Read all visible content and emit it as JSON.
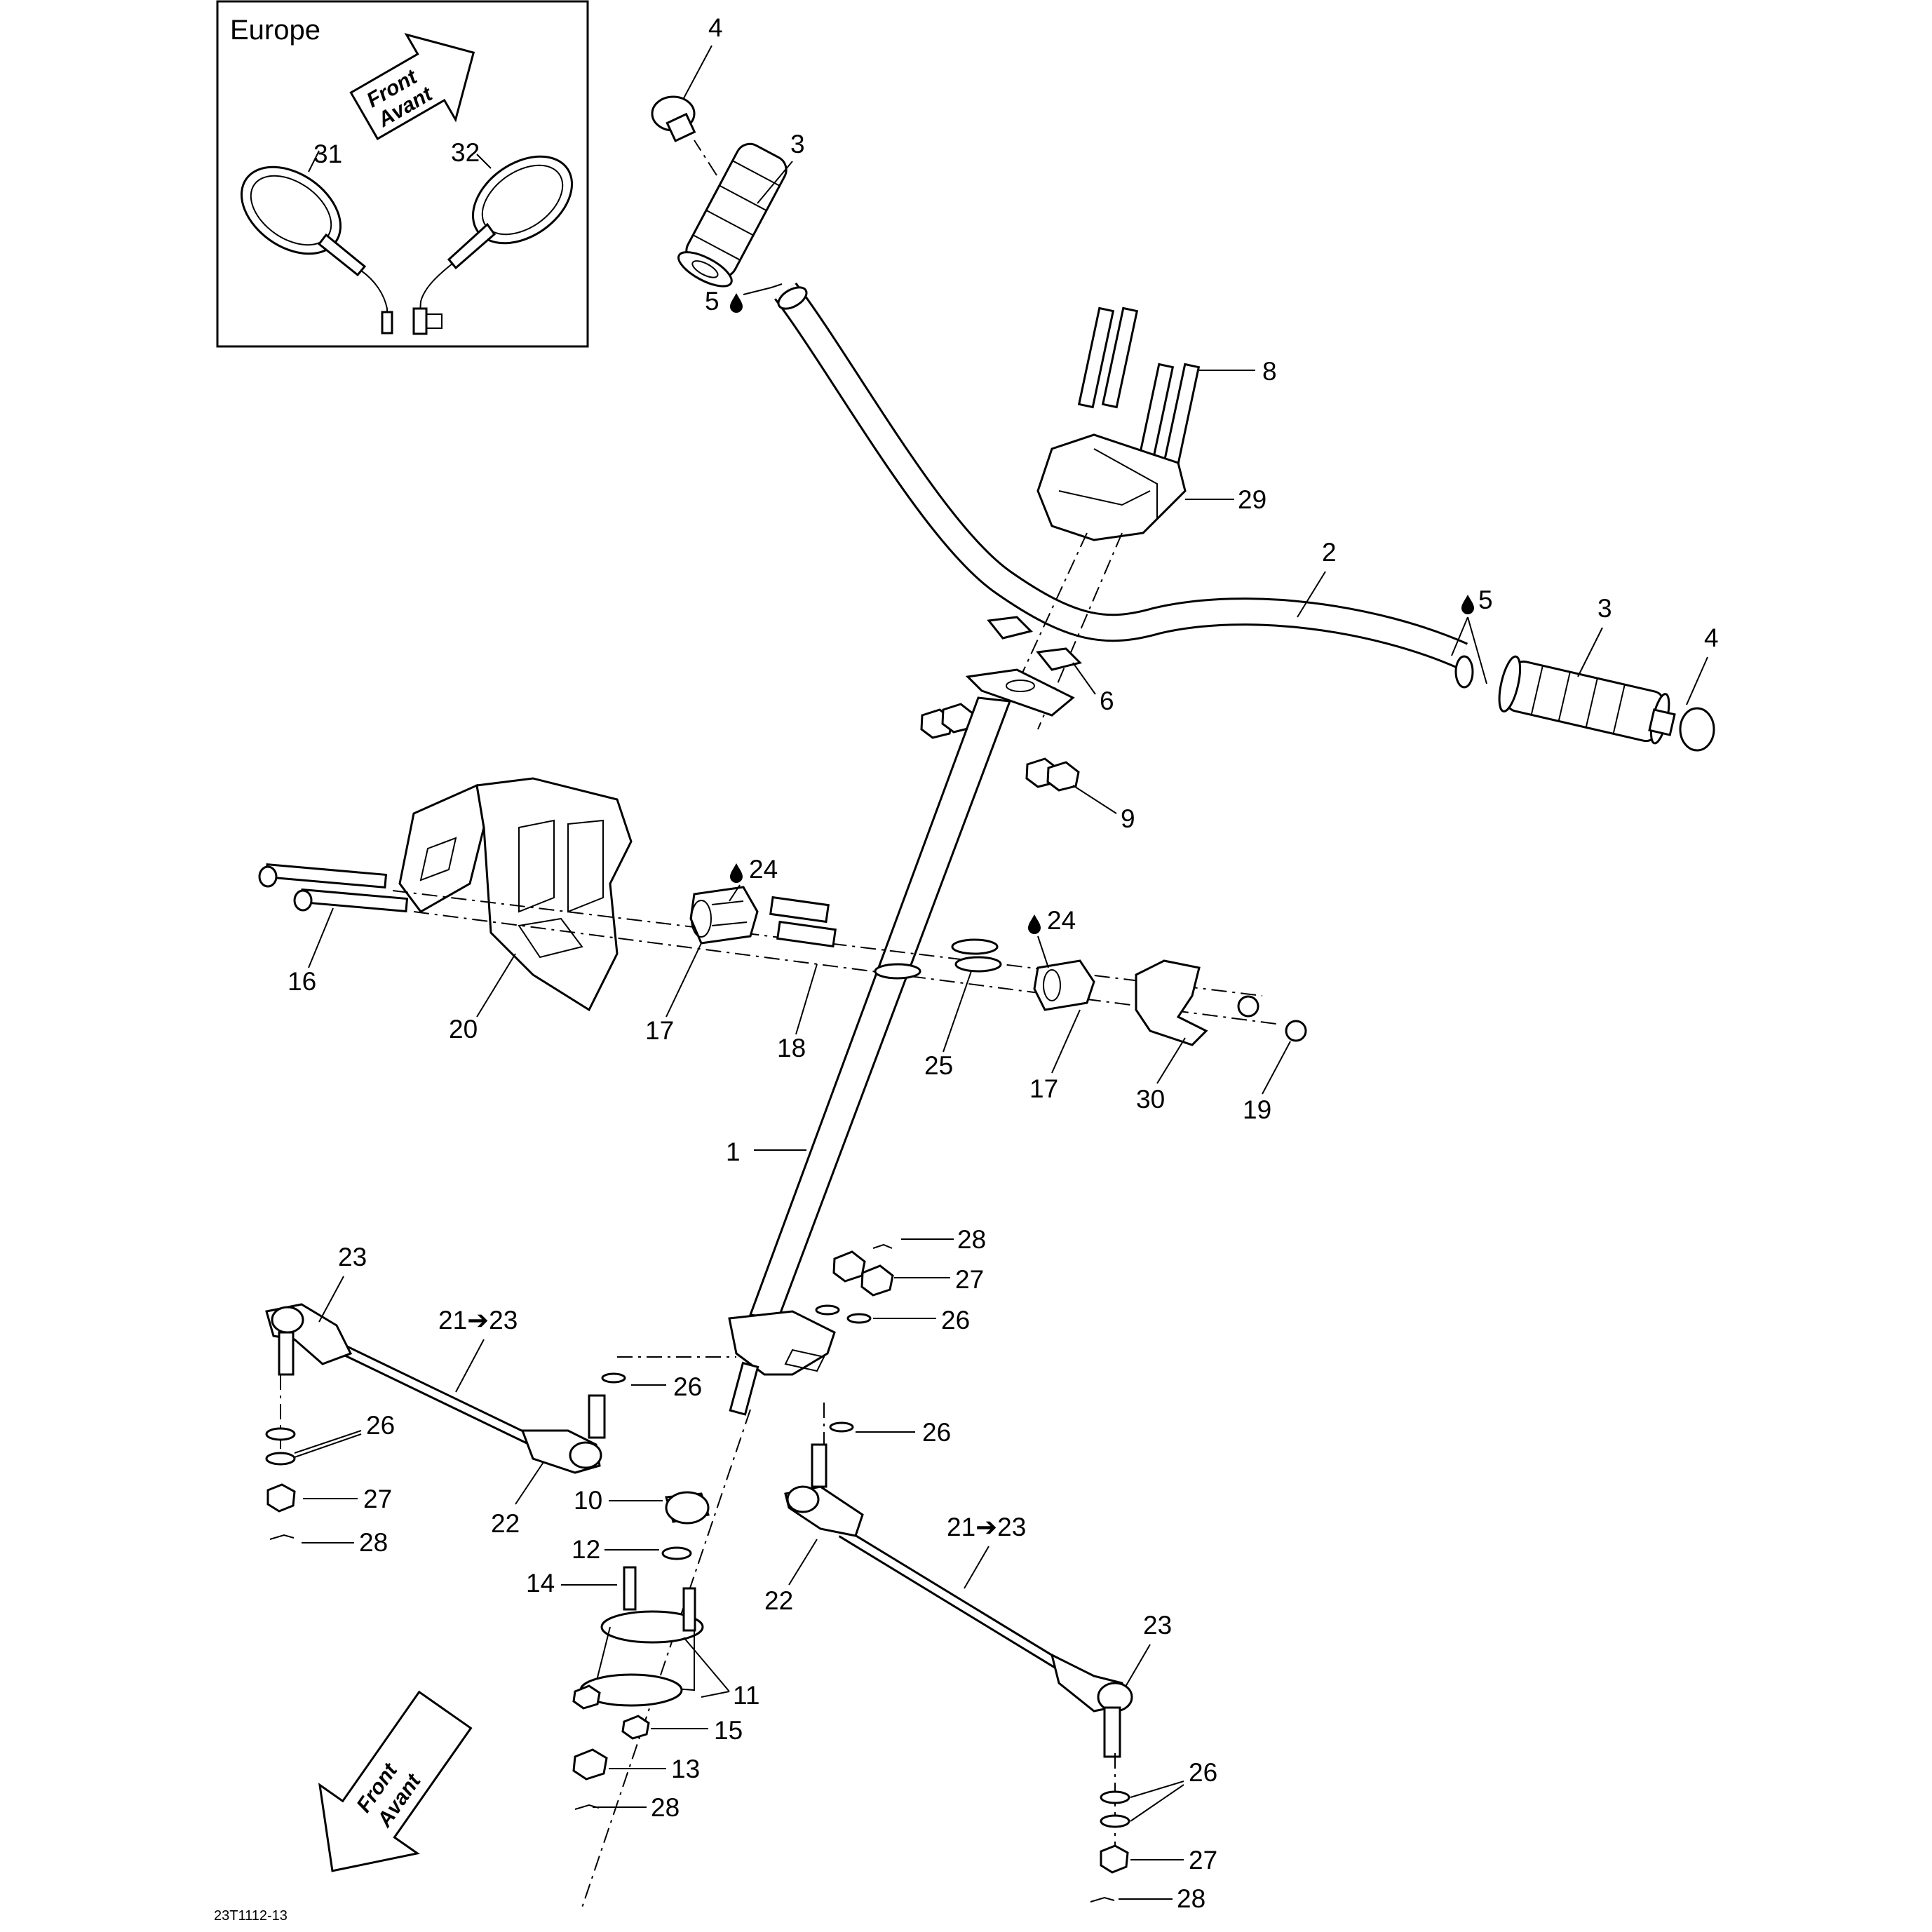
{
  "inset": {
    "region_label": "Europe",
    "front_arrow_line1": "Front",
    "front_arrow_line2": "Avant",
    "mirror_left_callout": "31",
    "mirror_right_callout": "32"
  },
  "front_arrow_main": {
    "line1": "Front",
    "line2": "Avant"
  },
  "drawing_reference": "23T1112-13",
  "callouts": {
    "steering_column": "1",
    "handlebar": "2",
    "grip_left": "3",
    "grip_right": "3",
    "end_plug_left": "4",
    "end_plug_right": "4",
    "lube_grip_left": "5",
    "lube_grip_right": "5",
    "handlebar_clamp": "6",
    "clamp_screw": "8",
    "column_nut": "9",
    "bearing": "10",
    "bearing_flange": "11",
    "washer_bearing": "12",
    "column_nut_bottom": "13",
    "flange_screw": "14",
    "flange_nut": "15",
    "long_bolt": "16",
    "bushing_left": "17",
    "bushing_right": "17",
    "spacer": "18",
    "nut_right": "19",
    "support_plate": "20",
    "tie_rod_assembly_left": "21➔23",
    "tie_rod_assembly_right": "21➔23",
    "tie_rod_end_inner_left": "22",
    "tie_rod_end_inner_right": "22",
    "tie_rod_end_outer_left": "23",
    "tie_rod_end_outer_right": "23",
    "lube_bushing_left": "24",
    "lube_bushing_right": "24",
    "ring_25": "25",
    "washer_left_end": "26",
    "washer_left_inner": "26",
    "washer_right_inner": "26",
    "washer_arm_top": "26",
    "washer_right_end": "26",
    "castle_nut_left": "27",
    "castle_nut_top": "27",
    "castle_nut_right": "27",
    "cotter_pin_left": "28",
    "cotter_pin_top": "28",
    "cotter_pin_bottom": "28",
    "cotter_pin_right": "28",
    "handlebar_cover": "29",
    "bracket_plate": "30"
  }
}
